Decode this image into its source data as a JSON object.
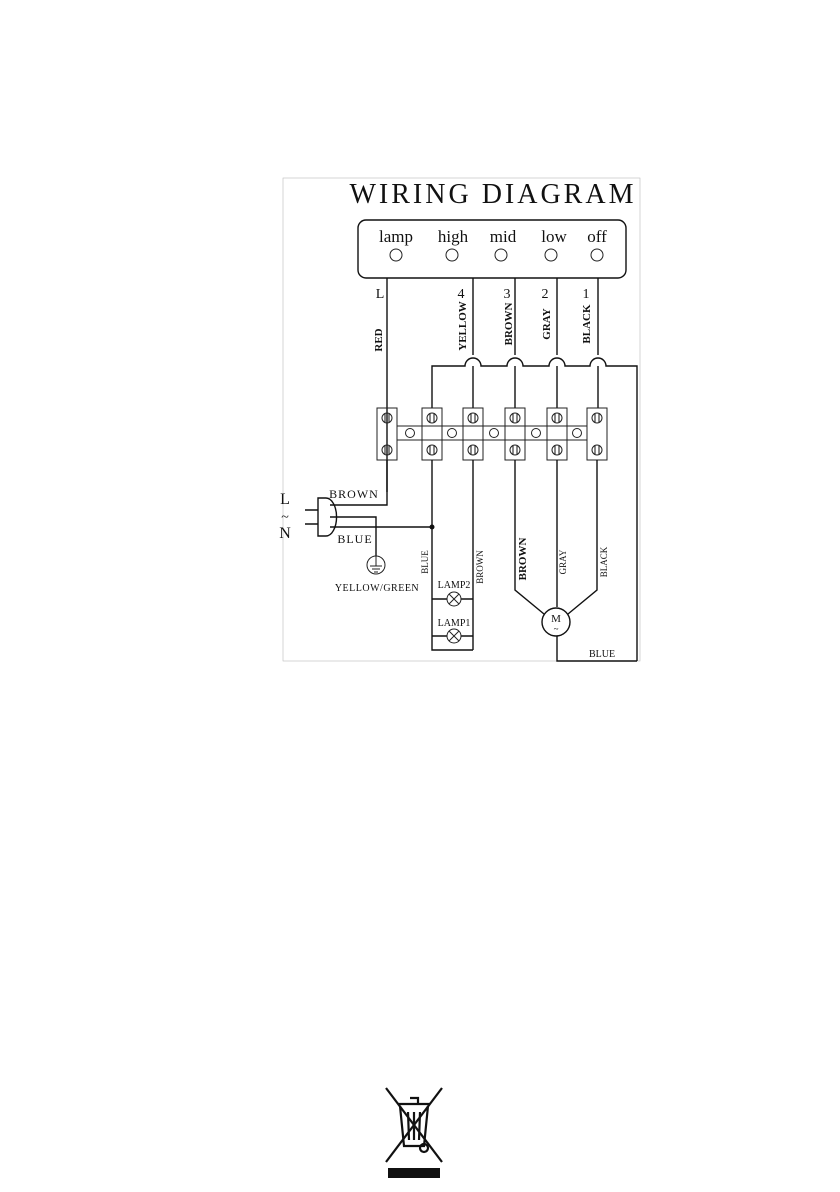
{
  "diagram": {
    "title": "WIRING DIAGRAM",
    "switches": [
      {
        "label": "lamp",
        "terminal": "L",
        "wire": "RED"
      },
      {
        "label": "high",
        "terminal": "4",
        "wire": "YELLOW"
      },
      {
        "label": "mid",
        "terminal": "3",
        "wire": "BROWN"
      },
      {
        "label": "low",
        "terminal": "2",
        "wire": "GRAY"
      },
      {
        "label": "off",
        "terminal": "1",
        "wire": "BLACK"
      }
    ],
    "mains": {
      "line": "L",
      "ac_symbol": "~",
      "neutral": "N",
      "line_wire": "BROWN",
      "neutral_wire": "BLUE",
      "earth_wire": "YELLOW/GREEN"
    },
    "lamps": {
      "left_wire": "BLUE",
      "right_wire": "BROWN",
      "lamp2": "LAMP2",
      "lamp1": "LAMP1"
    },
    "motor": {
      "symbol": "M",
      "ac_symbol": "~",
      "wire_brown": "BROWN",
      "wire_gray": "GRAY",
      "wire_black": "BLACK",
      "return_wire": "BLUE"
    }
  },
  "weee_symbol": {
    "icon": "crossed-out-wheelie-bin-icon"
  }
}
